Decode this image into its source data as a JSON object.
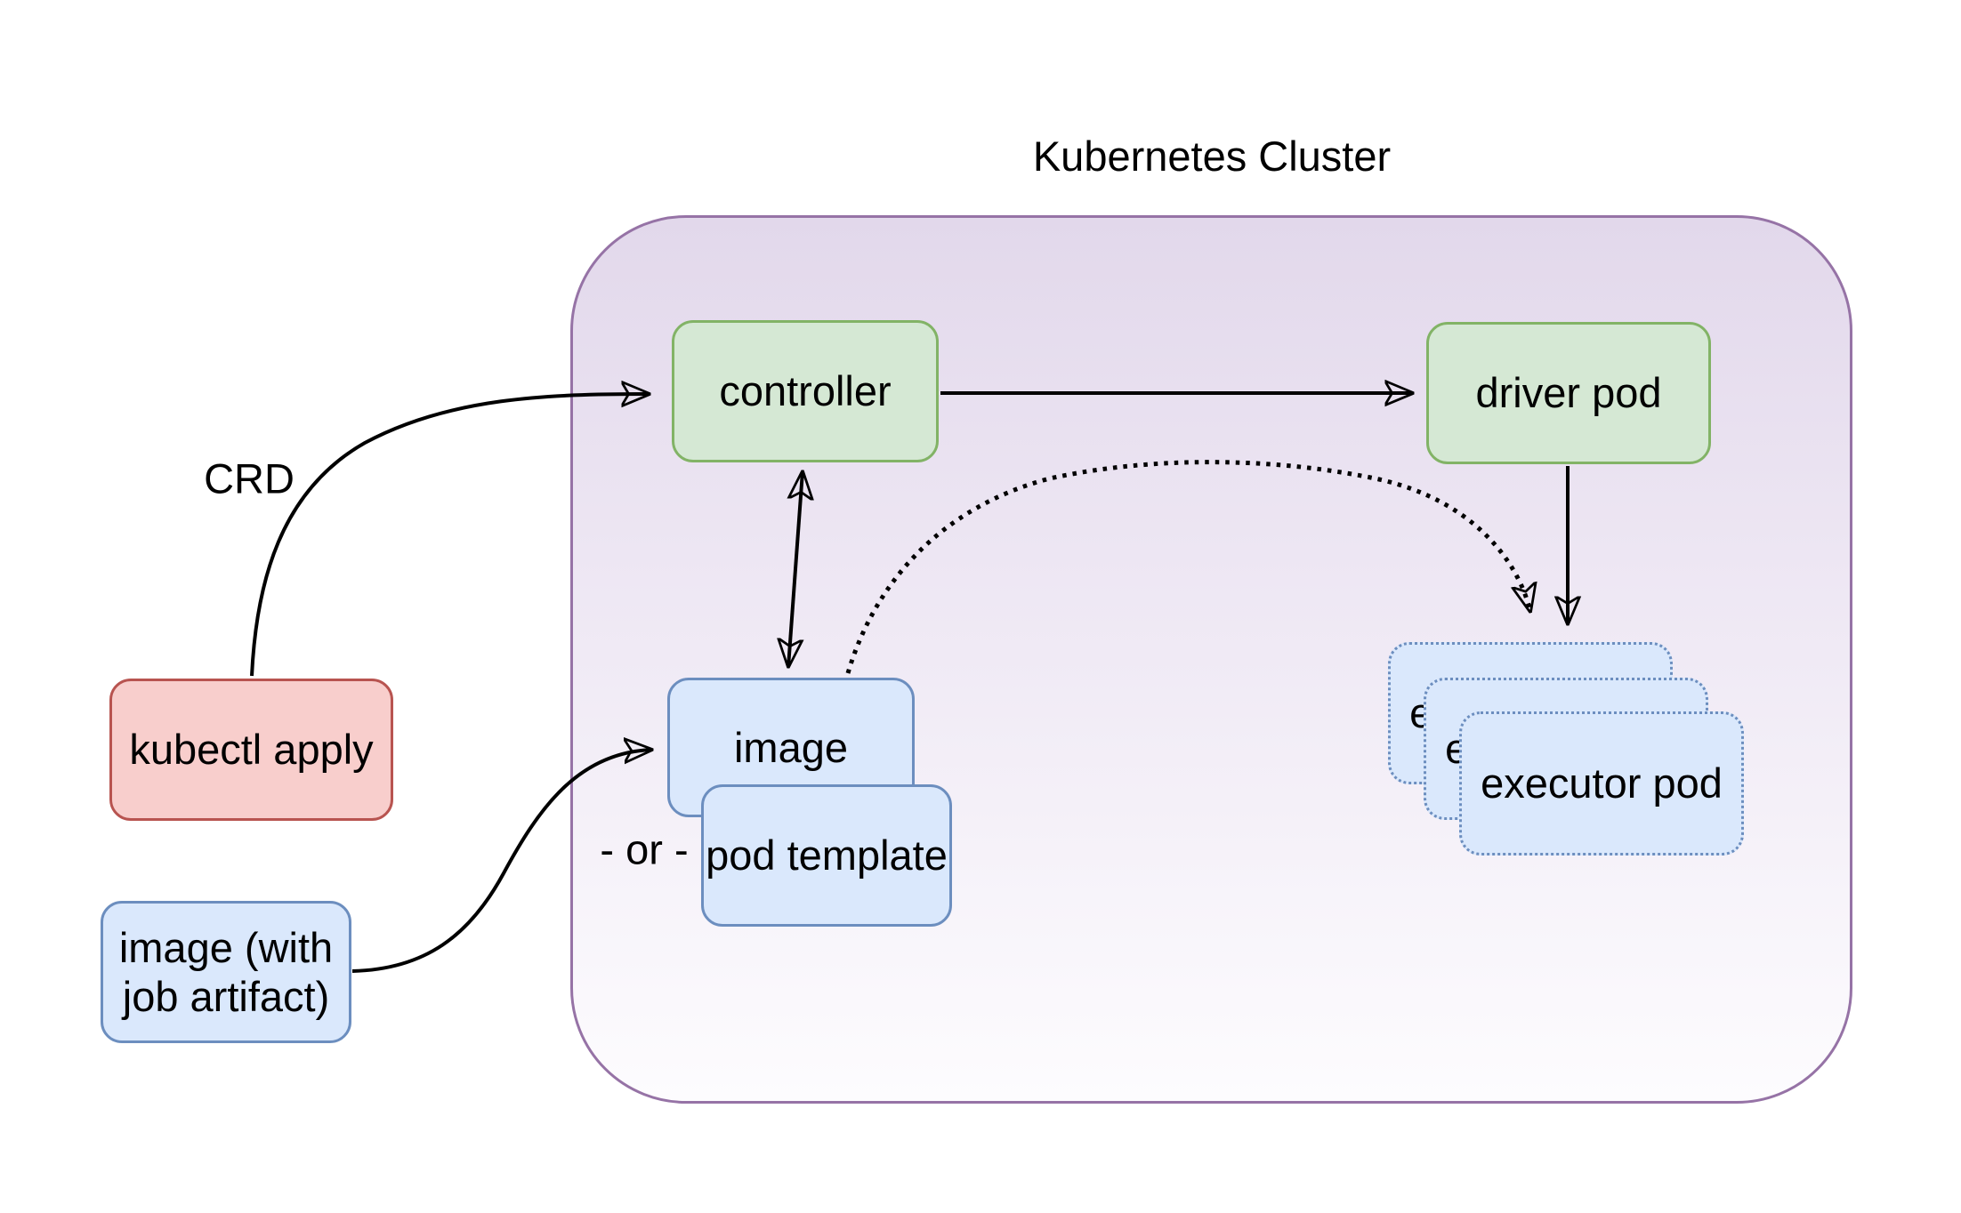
{
  "cluster": {
    "label": "Kubernetes Cluster"
  },
  "nodes": {
    "kubectl_apply": {
      "label": "kubectl apply"
    },
    "image_artifact": {
      "label": "image (with\njob artifact)"
    },
    "controller": {
      "label": "controller"
    },
    "driver_pod": {
      "label": "driver pod"
    },
    "image": {
      "label": "image"
    },
    "pod_template": {
      "label": "pod template"
    },
    "executor_pods": {
      "label": "executor pod",
      "count": 3
    }
  },
  "edge_labels": {
    "crd": "CRD",
    "or": "- or -"
  },
  "edges": [
    {
      "from": "kubectl apply",
      "to": "controller",
      "label": "CRD",
      "style": "solid-curved",
      "arrow": "end"
    },
    {
      "from": "controller",
      "to": "driver pod",
      "style": "solid-straight",
      "arrow": "end"
    },
    {
      "from": "controller",
      "to": "image",
      "style": "solid-straight",
      "arrow": "both"
    },
    {
      "from": "image (with job artifact)",
      "to": "image",
      "label": "- or -",
      "style": "solid-curved",
      "arrow": "end"
    },
    {
      "from": "driver pod",
      "to": "executor pods",
      "style": "solid-straight",
      "arrow": "end"
    },
    {
      "from": "image",
      "to": "executor pods",
      "style": "dotted-curved",
      "arrow": "end"
    }
  ],
  "colors": {
    "cluster-border": "#9673a6",
    "cluster-fill-top": "#e2d8eb",
    "cluster-fill-bottom": "#fdfcfe",
    "green-fill": "#d5e8d4",
    "green-border": "#82b366",
    "blue-fill": "#dae8fc",
    "blue-border": "#6c8ebf",
    "red-fill": "#f8cecc",
    "red-border": "#b85450",
    "edge-color": "#000000",
    "text-color": "#000000",
    "page-bg": "#ffffff"
  }
}
